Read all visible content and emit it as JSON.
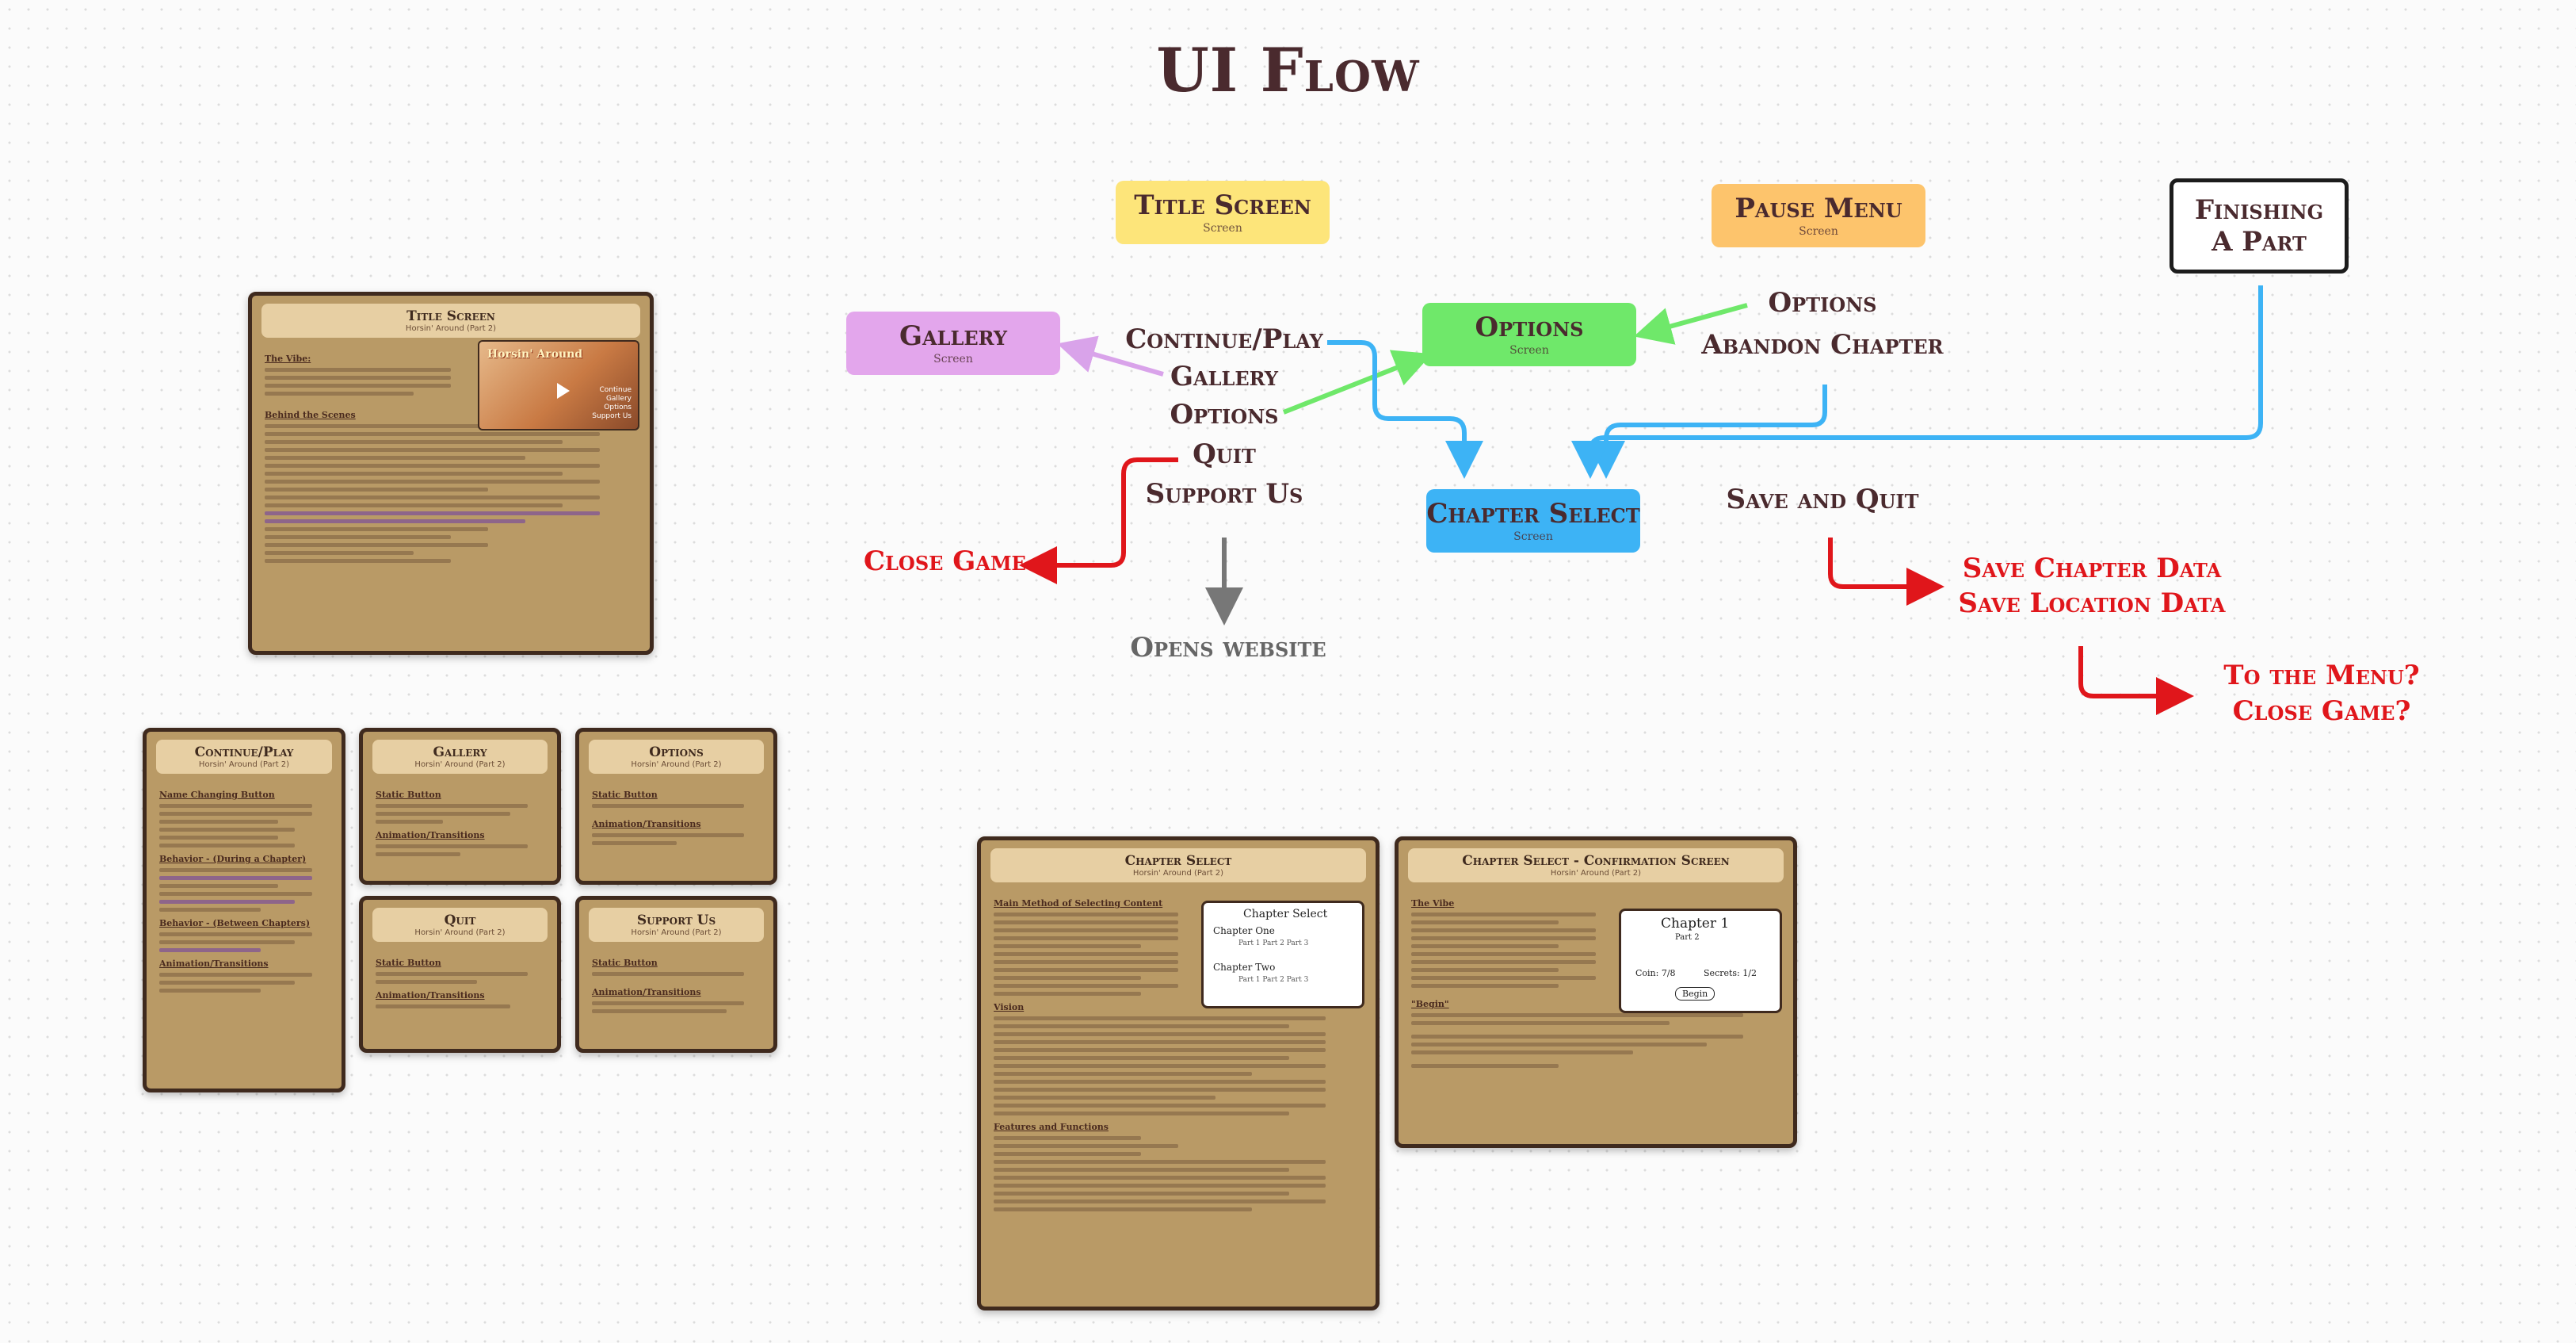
{
  "title": "UI Flow",
  "nodes": {
    "title_screen": {
      "label": "Title Screen",
      "sub": "Screen",
      "color": "#fde57a"
    },
    "pause_menu": {
      "label": "Pause Menu",
      "sub": "Screen",
      "color": "#fdc46c"
    },
    "finishing": {
      "label_line1": "Finishing",
      "label_line2": "A Part"
    },
    "gallery": {
      "label": "Gallery",
      "sub": "Screen",
      "color": "#e3a6ec"
    },
    "options": {
      "label": "Options",
      "sub": "Screen",
      "color": "#6fe86a"
    },
    "chapter_select": {
      "label": "Chapter Select",
      "sub": "Screen",
      "color": "#3db3f5"
    }
  },
  "title_menu": [
    "Continue/Play",
    "Gallery",
    "Options",
    "Quit",
    "Support Us"
  ],
  "pause_items": [
    "Options",
    "Abandon Chapter",
    "Save and Quit"
  ],
  "outcomes": {
    "close_game": "Close Game",
    "opens_website": "Opens website",
    "save_chapter": "Save Chapter Data",
    "save_location": "Save Location Data",
    "to_menu": "To the Menu?",
    "close_game_q": "Close Game?"
  },
  "colors": {
    "arrow_blue": "#3db3f5",
    "arrow_green": "#6fe86a",
    "arrow_purple": "#d9a3ea",
    "arrow_red": "#e0161b",
    "arrow_grey": "#777777",
    "card_bg": "#b99a66",
    "card_border": "#3f2a1e"
  },
  "cards": {
    "title_screen": {
      "title": "Title Screen",
      "sub": "Horsin' Around (Part 2)",
      "h1": "The Vibe:",
      "h2": "Behind the Scenes",
      "thumb_title": "Horsin' Around",
      "thumb_menu": [
        "Continue",
        "Gallery",
        "Options",
        "Support Us"
      ]
    },
    "continue_play": {
      "title": "Continue/Play",
      "sub": "Horsin' Around (Part 2)",
      "h1": "Name Changing Button",
      "h2": "Behavior - (During a Chapter)",
      "h3": "Behavior - (Between Chapters)",
      "h4": "Animation/Transitions"
    },
    "gallery": {
      "title": "Gallery",
      "sub": "Horsin' Around (Part 2)",
      "h1": "Static Button",
      "h2": "Animation/Transitions"
    },
    "options": {
      "title": "Options",
      "sub": "Horsin' Around (Part 2)",
      "h1": "Static Button",
      "h2": "Animation/Transitions"
    },
    "quit": {
      "title": "Quit",
      "sub": "Horsin' Around (Part 2)",
      "h1": "Static Button",
      "h2": "Animation/Transitions"
    },
    "support_us": {
      "title": "Support Us",
      "sub": "Horsin' Around (Part 2)",
      "h1": "Static Button",
      "h2": "Animation/Transitions"
    },
    "chapter_select": {
      "title": "Chapter Select",
      "sub": "Horsin' Around (Part 2)",
      "h1": "Main Method of Selecting Content",
      "h2": "Vision",
      "h3": "Features and Functions",
      "sketch": {
        "head": "Chapter Select",
        "ch1": "Chapter One",
        "ch2": "Chapter Two",
        "parts": "Part 1  Part 2  Part 3"
      }
    },
    "chapter_confirm": {
      "title": "Chapter Select - Confirmation Screen",
      "sub": "Horsin' Around (Part 2)",
      "h1": "The Vibe",
      "h2": "\"Begin\"",
      "sketch": {
        "head": "Chapter 1",
        "part": "Part 2",
        "coins": "Coin: 7/8",
        "secrets": "Secrets: 1/2",
        "begin": "Begin"
      }
    }
  }
}
